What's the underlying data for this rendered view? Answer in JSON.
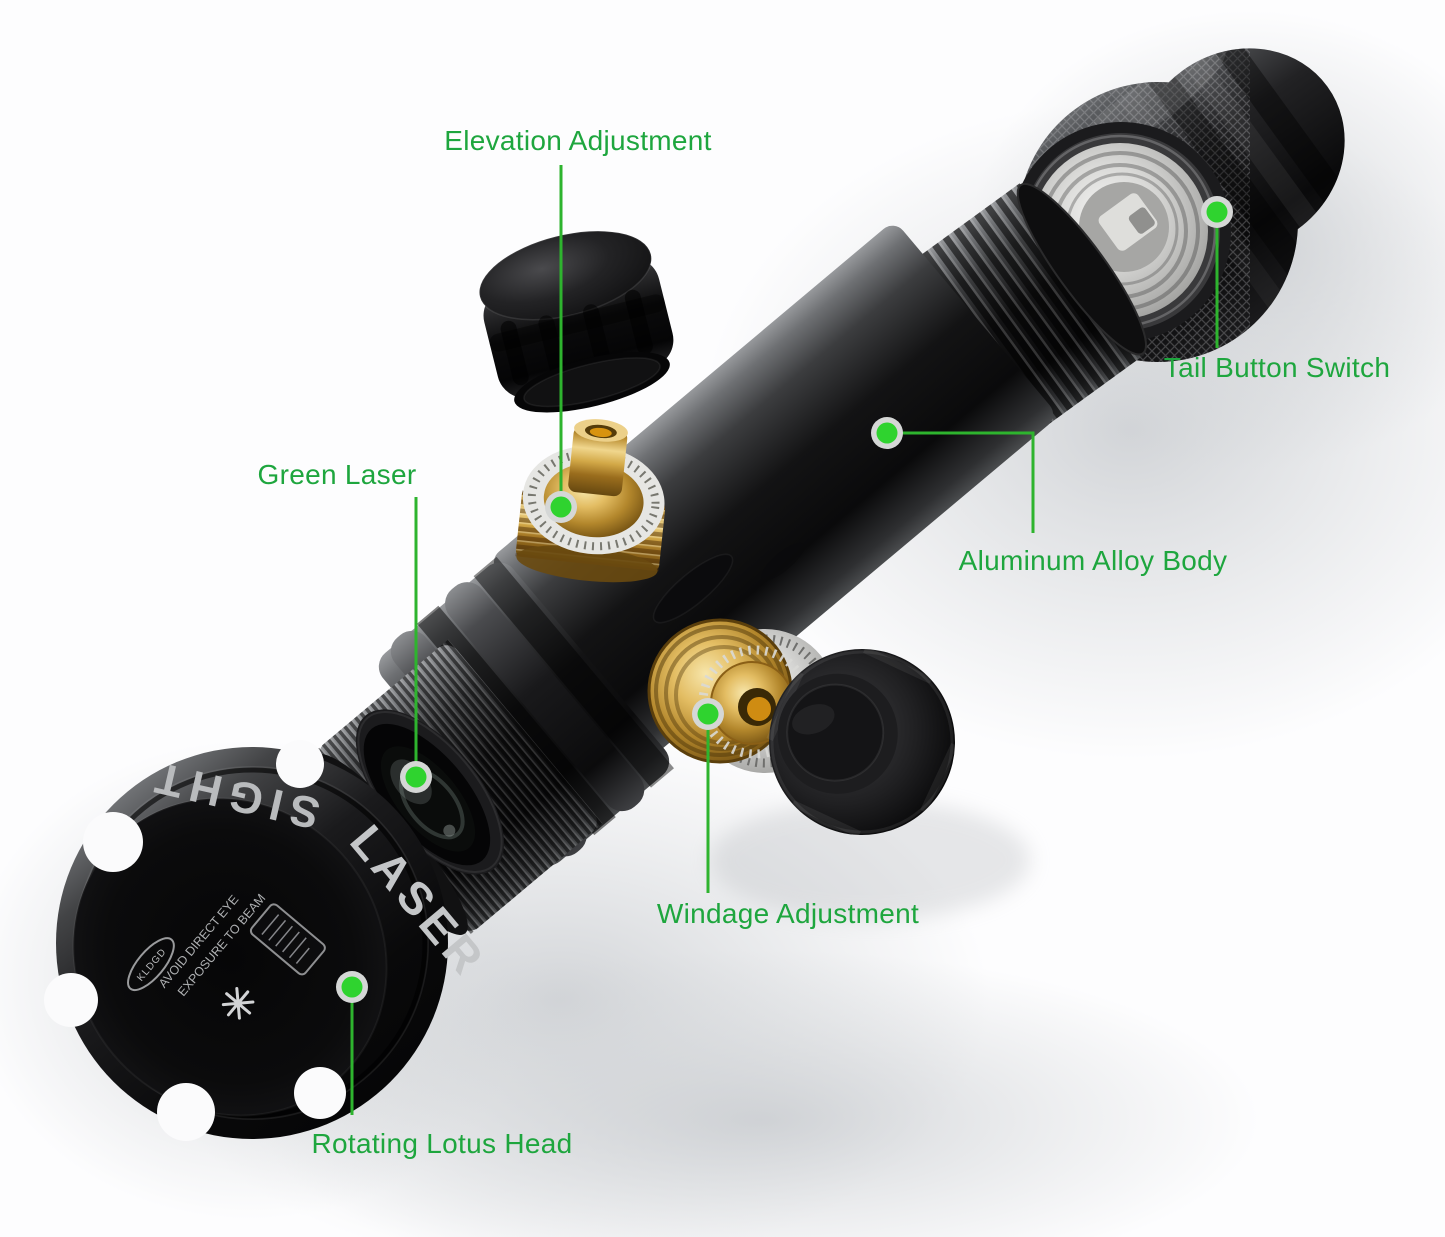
{
  "scene": {
    "description": "Exploded view diagram of a green laser sight with six part callouts",
    "background_color": "#fdfdfe",
    "accent_text_color": "#1ea63e",
    "line_color": "#2eb42e",
    "dot_color": "#2fd32f",
    "dot_halo_color": "#d5d7d6"
  },
  "annotations": [
    {
      "id": "elevation-adjustment",
      "label": "Elevation Adjustment"
    },
    {
      "id": "tail-button-switch",
      "label": "Tail Button Switch"
    },
    {
      "id": "green-laser",
      "label": "Green Laser"
    },
    {
      "id": "aluminum-alloy-body",
      "label": "Aluminum Alloy Body"
    },
    {
      "id": "windage-adjustment",
      "label": "Windage Adjustment"
    },
    {
      "id": "rotating-lotus-head",
      "label": "Rotating Lotus Head"
    }
  ],
  "product_markings": {
    "band_word_top": "SIGHT",
    "band_word_side": "LASER",
    "logo_text": "KLDGD",
    "warning_line1": "AVOID DIRECT EYE",
    "warning_line2": "EXPOSURE TO BEAM"
  }
}
